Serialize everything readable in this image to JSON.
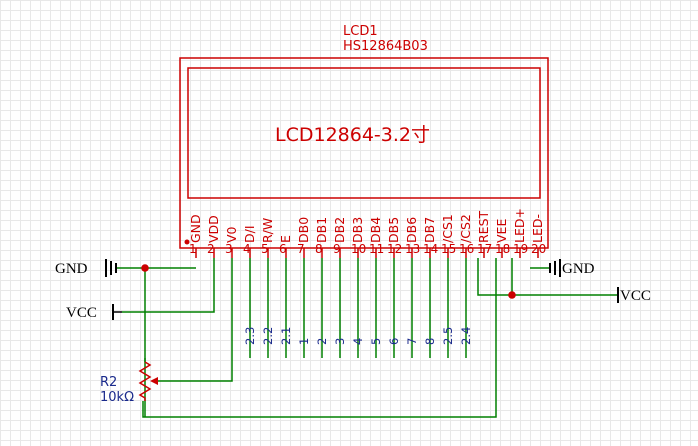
{
  "lcd": {
    "designator": "LCD1",
    "part": "HS12864B03",
    "title": "LCD12864-3.2寸"
  },
  "pins": [
    {
      "num": "1",
      "name": "GND"
    },
    {
      "num": "2",
      "name": "VDD"
    },
    {
      "num": "3",
      "name": "V0"
    },
    {
      "num": "4",
      "name": "D/I"
    },
    {
      "num": "5",
      "name": "R/W"
    },
    {
      "num": "6",
      "name": "E"
    },
    {
      "num": "7",
      "name": "DB0"
    },
    {
      "num": "8",
      "name": "DB1"
    },
    {
      "num": "9",
      "name": "DB2"
    },
    {
      "num": "10",
      "name": "DB3"
    },
    {
      "num": "11",
      "name": "DB4"
    },
    {
      "num": "12",
      "name": "DB5"
    },
    {
      "num": "13",
      "name": "DB6"
    },
    {
      "num": "14",
      "name": "DB7"
    },
    {
      "num": "15",
      "name": "/CS1"
    },
    {
      "num": "16",
      "name": "/CS2"
    },
    {
      "num": "17",
      "name": "REST"
    },
    {
      "num": "18",
      "name": "VEE"
    },
    {
      "num": "19",
      "name": "LED+"
    },
    {
      "num": "20",
      "name": "LED-"
    }
  ],
  "net_labels": [
    "2.3",
    "2.2",
    "2.1",
    "1",
    "2",
    "3",
    "4",
    "5",
    "6",
    "7",
    "8",
    "2.5",
    "2.4"
  ],
  "power": {
    "gnd_left": "GND",
    "gnd_right": "GND",
    "vcc_left": "VCC",
    "vcc_right": "VCC"
  },
  "resistor": {
    "designator": "R2",
    "value": "10kΩ"
  },
  "colors": {
    "component": "#cc0000",
    "wire": "#008000",
    "junction": "#cc0000",
    "net_label": "#1a2a8c",
    "power_symbol": "#000000"
  }
}
